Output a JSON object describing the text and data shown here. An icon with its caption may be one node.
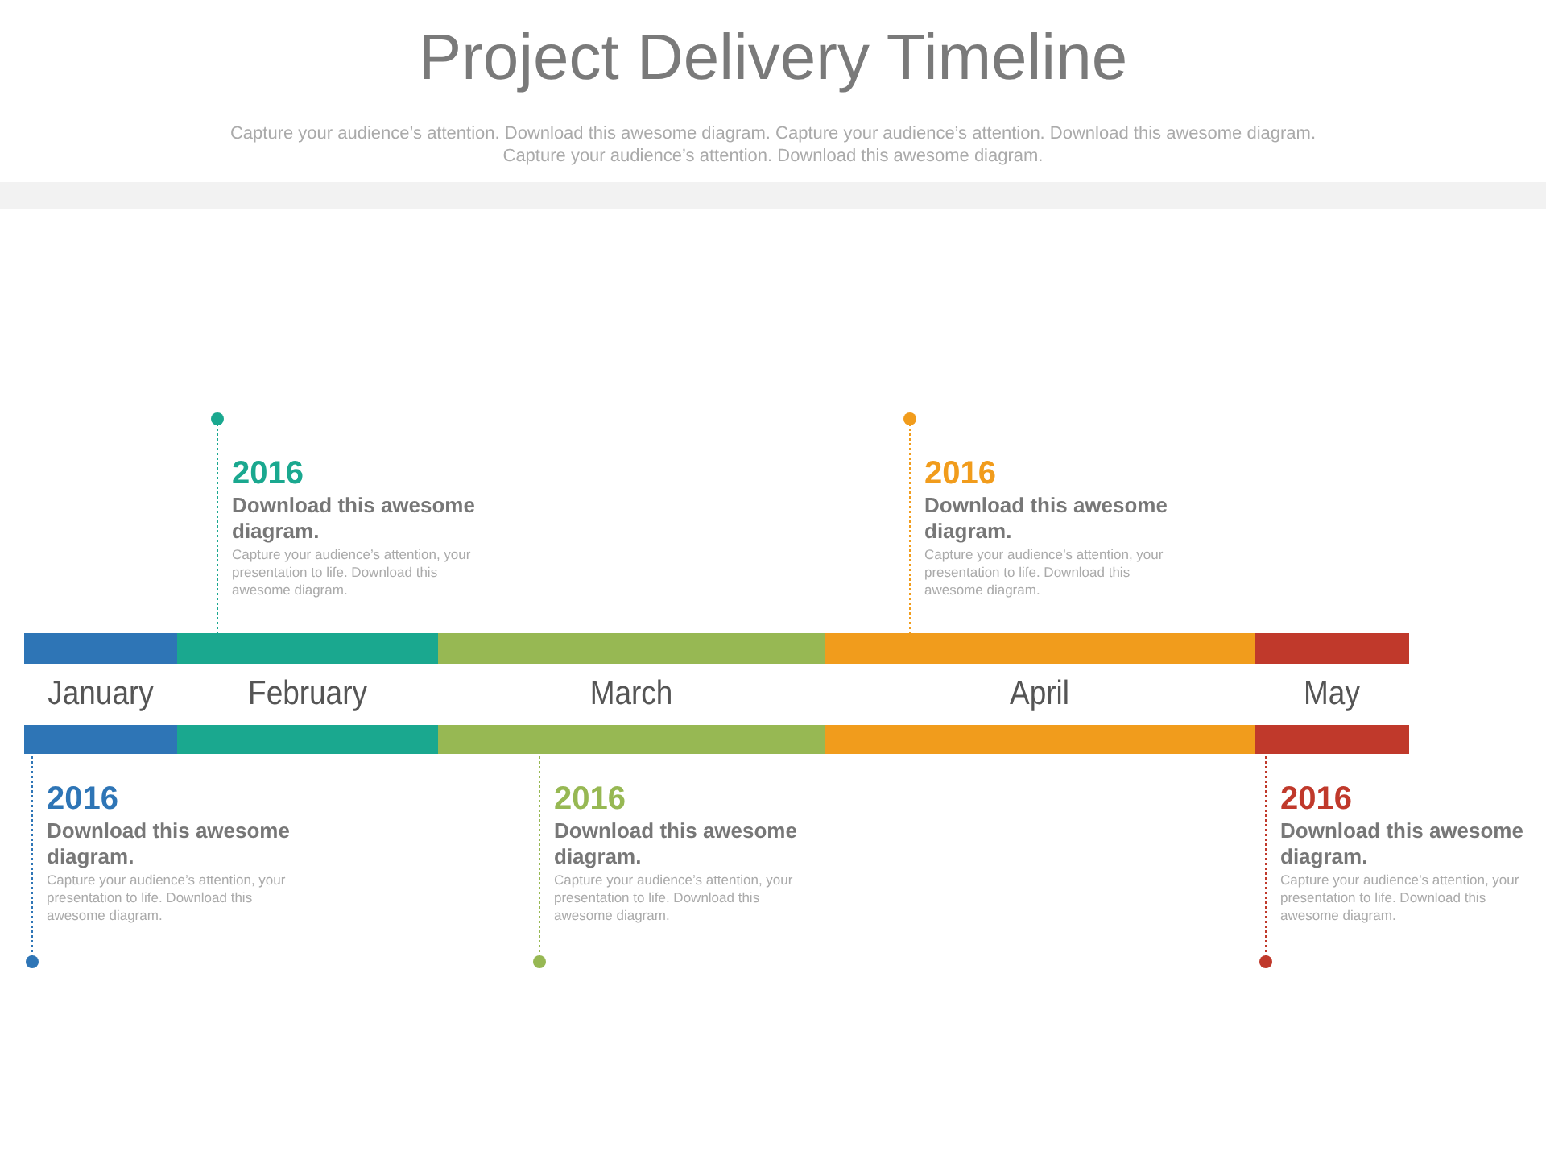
{
  "diagram": {
    "title": "Project Delivery Timeline",
    "nodes": [
      {
        "text": [
          "January"
        ]
      },
      {
        "text": [
          "February"
        ]
      },
      {
        "text": [
          "March"
        ]
      },
      {
        "text": [
          "April"
        ]
      },
      {
        "text": [
          "May"
        ]
      },
      {
        "text": [
          "2016",
          "Download this awesome diagram.",
          "Capture your audience’s attention, your presentation to life. Download this awesome diagram."
        ]
      },
      {
        "text": [
          "2016",
          "Download this awesome diagram.",
          "Capture your audience’s attention, your presentation to life. Download this awesome diagram."
        ]
      },
      {
        "text": [
          "2016",
          "Download this awesome diagram.",
          "Capture your audience’s attention, your presentation to life. Download this awesome diagram."
        ]
      },
      {
        "text": [
          "2016",
          "Download this awesome diagram.",
          "Capture your audience’s attention, your presentation to life. Download this awesome diagram."
        ]
      },
      {
        "text": [
          "2016",
          "Download this awesome diagram.",
          "Capture your audience’s attention, your presentation to life. Download this awesome diagram."
        ]
      }
    ],
    "edges": [
      {
        "from": 5,
        "to": 1,
        "arrow": "other",
        "style": "dashed",
        "color": "#1aa88f"
      },
      {
        "from": 6,
        "to": 3,
        "arrow": "other",
        "style": "dashed",
        "color": "#f19c1c"
      },
      {
        "from": 7,
        "to": 0,
        "arrow": "other",
        "style": "dashed",
        "color": "#2e75b6"
      },
      {
        "from": 8,
        "to": 2,
        "arrow": "other",
        "style": "dashed",
        "color": "#97b853"
      },
      {
        "from": 9,
        "to": 4,
        "arrow": "other",
        "style": "dashed",
        "color": "#c0392b"
      }
    ],
    "labels": [
      "Capture your audience’s attention. Download this awesome diagram. Capture your audience’s attention. Download this awesome diagram. Capture your audience’s attention. Download this awesome diagram."
    ]
  }
}
